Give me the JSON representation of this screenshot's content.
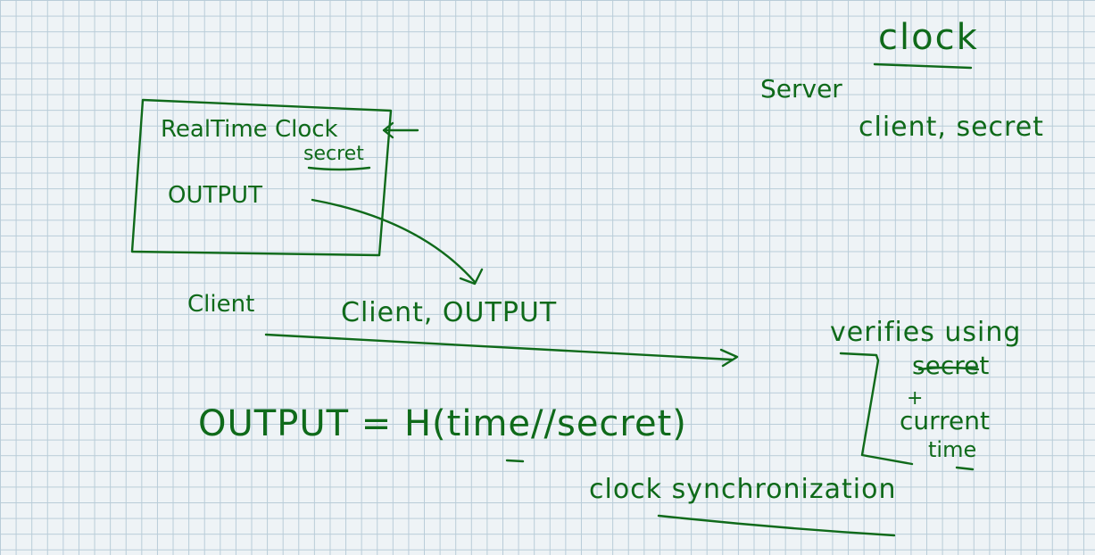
{
  "notes": {
    "title": "clock",
    "server_label": "Server",
    "server_knows": "client, secret",
    "device_label": "RealTime Clock",
    "device_secret": "secret",
    "device_output": "OUTPUT",
    "client_label": "Client",
    "message": "Client, OUTPUT",
    "verify_heading": "verifies using",
    "verify_item_1": "secret",
    "verify_plus": "+",
    "verify_item_2": "current",
    "verify_item_3": "time",
    "formula": "OUTPUT = H(time//secret)",
    "footnote": "clock synchronization"
  },
  "colors": {
    "ink": "#0f6a1a",
    "paper": "#eef3f6",
    "grid": "#b8ccd8"
  }
}
